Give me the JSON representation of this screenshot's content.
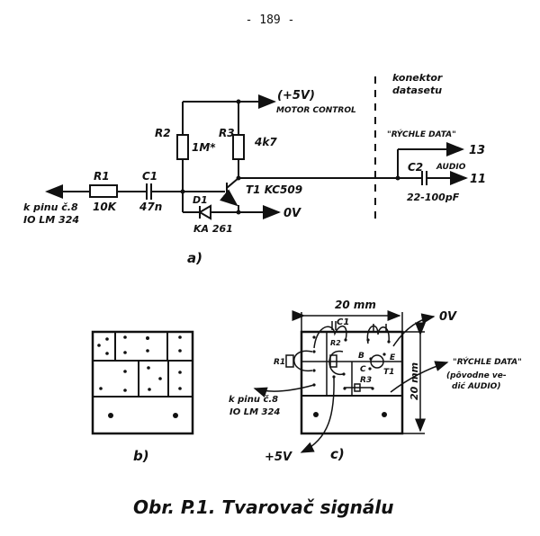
{
  "page_number": "- 189 -",
  "schematic_a": {
    "label": "a)",
    "components": {
      "r1": {
        "name": "R1",
        "value": "10K"
      },
      "c1": {
        "name": "C1",
        "value": "47n"
      },
      "r2": {
        "name": "R2",
        "value": "1M*"
      },
      "r3": {
        "name": "R3",
        "value": "4k7"
      },
      "t1": {
        "name": "T1 KC509"
      },
      "d1": {
        "name": "D1",
        "value": "KA 261"
      },
      "c2": {
        "name": "C2",
        "value": "22-100pF"
      }
    },
    "input_label_line1": "k pinu č.8",
    "input_label_line2": "IO LM 324",
    "supply_label": "(+5V)",
    "motor_label": "MOTOR CONTROL",
    "ground_label": "0V",
    "connector_label_line1": "konektor",
    "connector_label_line2": "datasetu",
    "fast_data_label": "\"RÝCHLE DATA\"",
    "audio_label": "AUDIO",
    "pin_13": "13",
    "pin_11": "11"
  },
  "layout_b": {
    "label": "b)"
  },
  "layout_c": {
    "label": "c)",
    "width_dim": "20 mm",
    "height_dim": "20 mm",
    "c1_label": "C1",
    "r1_label": "R1",
    "r2_label": "R2",
    "r3_label": "R3",
    "t1_label": "T1",
    "b_label": "B",
    "c_label": "C",
    "e_label": "E",
    "ground_label": "0V",
    "fast_data_label": "\"RÝCHLE DATA\"",
    "fast_data_note_line1": "(pôvodne ve-",
    "fast_data_note_line2": "dić AUDIO)",
    "input_label_line1": "k pinu č.8",
    "input_label_line2": "IO LM 324",
    "supply_label": "+5V"
  },
  "caption": "Obr. P.1.  Tvarovač signálu"
}
